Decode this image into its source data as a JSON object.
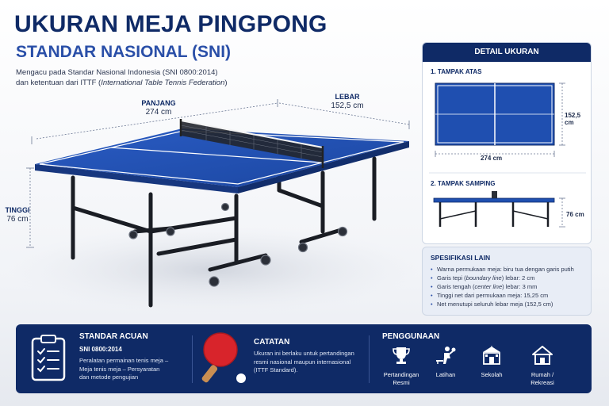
{
  "header": {
    "title": "UKURAN MEJA PINGPONG",
    "subtitle": "STANDAR NASIONAL (SNI)",
    "desc_line1": "Mengacu pada Standar Nasional Indonesia (SNI 0800:2014)",
    "desc_line2_prefix": "dan ketentuan dari ITTF (",
    "desc_line2_italic": "International Table Tennis Federation",
    "desc_line2_suffix": ")"
  },
  "main_dims": {
    "length_label": "PANJANG",
    "length_value": "274 cm",
    "width_label": "LEBAR",
    "width_value": "152,5 cm",
    "height_label": "TINGGI",
    "height_value": "76 cm"
  },
  "detail": {
    "title": "DETAIL UKURAN",
    "top_view_title": "1. TAMPAK ATAS",
    "top_width": "152,5 cm",
    "top_length": "274 cm",
    "side_view_title": "2. TAMPAK SAMPING",
    "side_height": "76 cm"
  },
  "specs": {
    "title": "SPESIFIKASI LAIN",
    "items": [
      {
        "pre": "Warna permukaan meja: biru tua dengan garis putih",
        "it": "",
        "post": ""
      },
      {
        "pre": "Garis tepi (",
        "it": "boundary line",
        "post": ") lebar: 2 cm"
      },
      {
        "pre": "Garis tengah (",
        "it": "center line",
        "post": ") lebar: 3 mm"
      },
      {
        "pre": "Tinggi net dari permukaan meja: 15,25 cm",
        "it": "",
        "post": ""
      },
      {
        "pre": "Net menutupi seluruh lebar meja (152,5 cm)",
        "it": "",
        "post": ""
      }
    ]
  },
  "standard": {
    "title": "STANDAR ACUAN",
    "code": "SNI 0800:2014",
    "line1": "Peralatan permainan tenis meja –",
    "line2": "Meja tenis meja – Persyaratan",
    "line3": "dan metode pengujian"
  },
  "notes": {
    "title": "CATATAN",
    "line1": "Ukuran ini berlaku untuk pertandingan",
    "line2": "resmi nasional maupun internasional",
    "line3": "(ITTF Standard)."
  },
  "usage": {
    "title": "PENGGUNAAN",
    "items": [
      {
        "icon": "trophy-icon",
        "l1": "Pertandingan",
        "l2": "Resmi"
      },
      {
        "icon": "training-icon",
        "l1": "Latihan",
        "l2": ""
      },
      {
        "icon": "school-icon",
        "l1": "Sekolah",
        "l2": ""
      },
      {
        "icon": "house-icon",
        "l1": "Rumah /",
        "l2": "Rekreasi"
      }
    ]
  },
  "colors": {
    "navy": "#0f2a66",
    "table_blue": "#1f4fb0",
    "accent_blue": "#2a4fa8",
    "paddle_red": "#d8242b"
  }
}
